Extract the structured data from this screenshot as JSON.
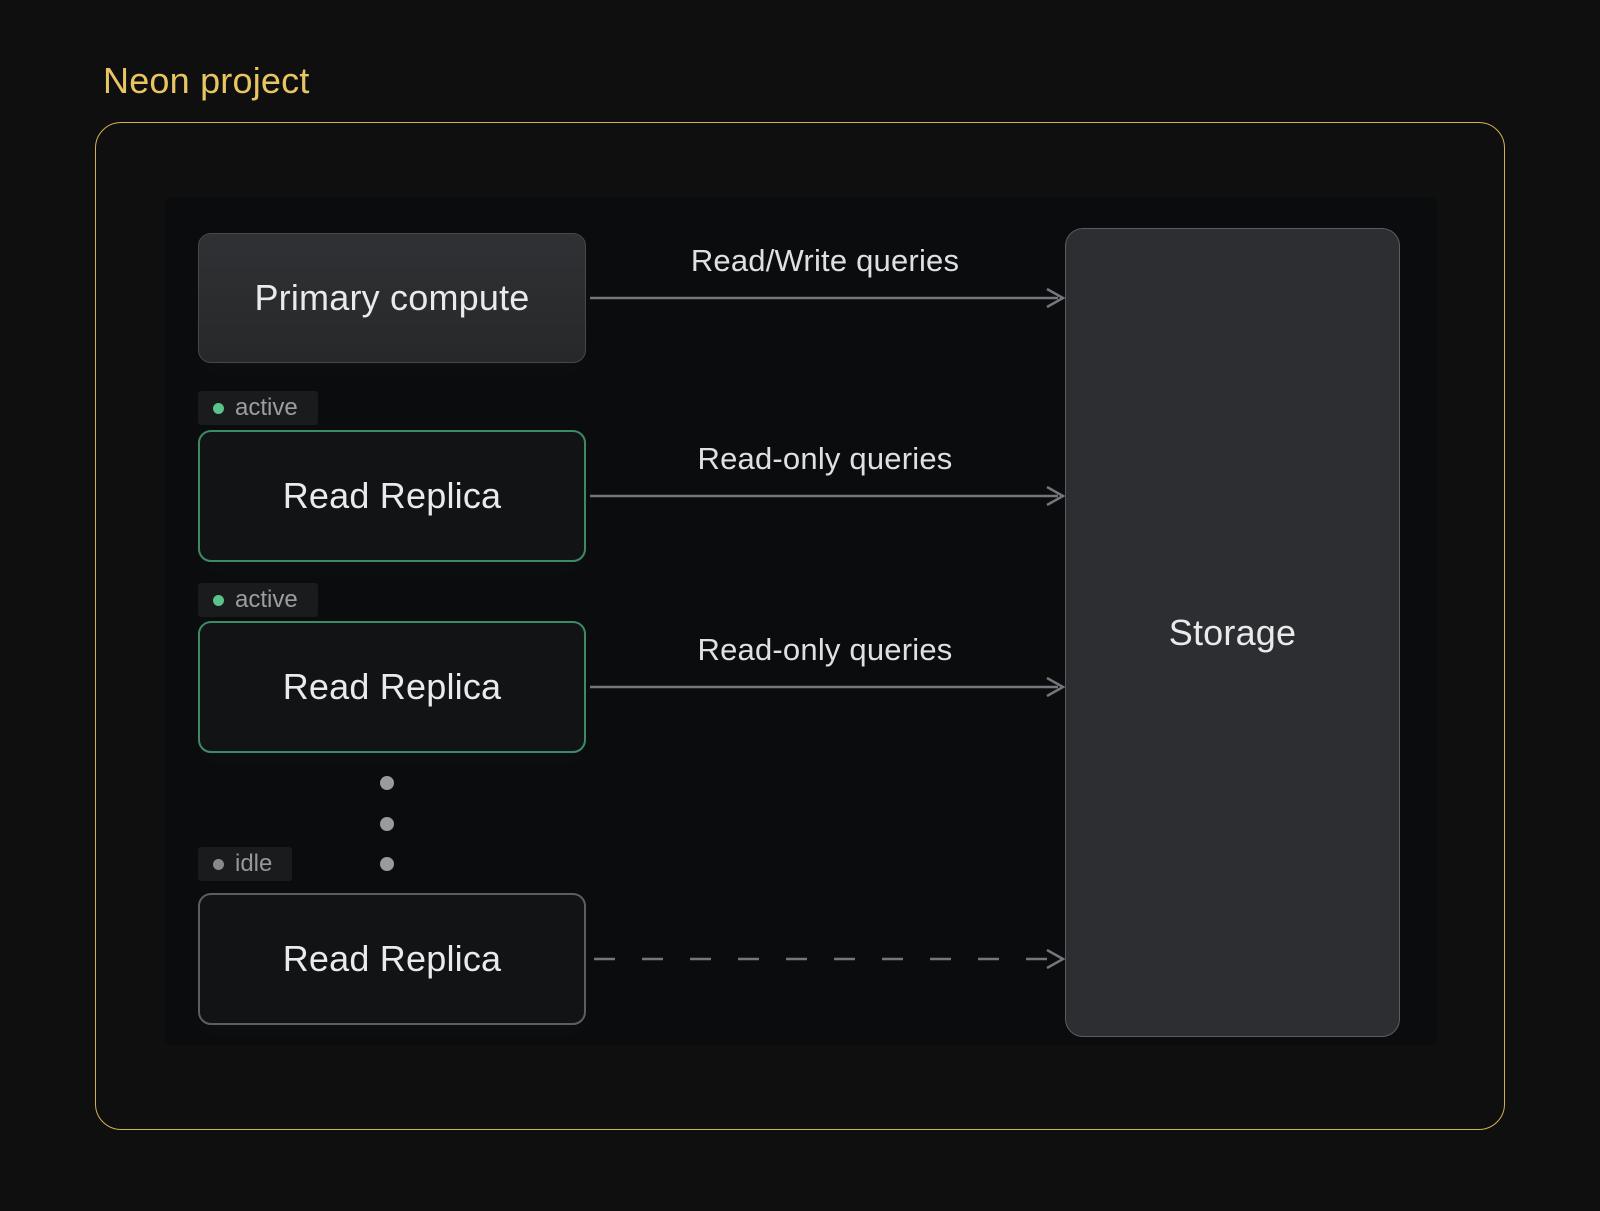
{
  "title": "Neon project",
  "diagram": {
    "nodes": {
      "primary": {
        "label": "Primary compute"
      },
      "replica1": {
        "label": "Read Replica",
        "status": "active"
      },
      "replica2": {
        "label": "Read Replica",
        "status": "active"
      },
      "replica3": {
        "label": "Read Replica",
        "status": "idle"
      },
      "storage": {
        "label": "Storage"
      }
    },
    "edges": {
      "primary_to_storage": {
        "label": "Read/Write queries",
        "style": "solid"
      },
      "replica1_to_storage": {
        "label": "Read-only queries",
        "style": "solid"
      },
      "replica2_to_storage": {
        "label": "Read-only queries",
        "style": "solid"
      },
      "replica3_to_storage": {
        "style": "dashed"
      }
    },
    "icons": {
      "active_dot": "status-dot-active-icon",
      "idle_dot": "status-dot-idle-icon",
      "ellipsis": "vertical-ellipsis-icon"
    },
    "colors": {
      "frame_gold": "#d4b253",
      "title_gold": "#e8c561",
      "active_green": "#5ac389",
      "idle_gray": "#87898c",
      "replica_border_green": "#3f8a66",
      "replica_border_idle": "#59605d",
      "arrow_gray": "#73767c",
      "storage_fill": "#2c2e32",
      "background": "#0f0f10"
    }
  }
}
